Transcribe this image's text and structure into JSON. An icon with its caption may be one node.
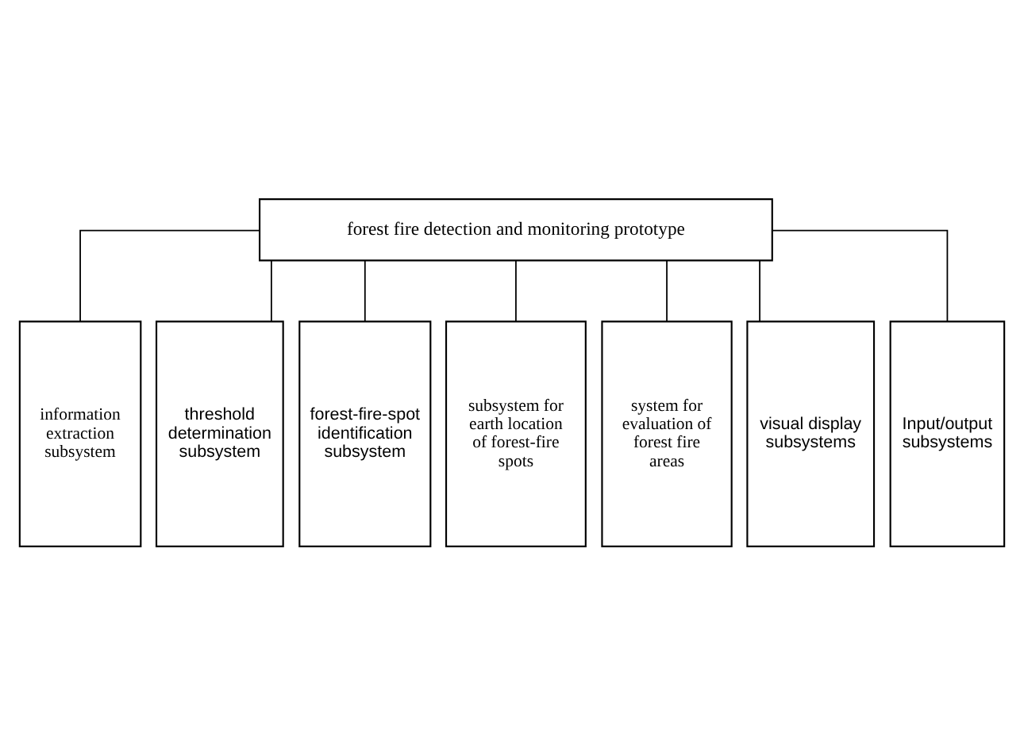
{
  "diagram": {
    "nodes": [
      {
        "text": [
          "forest fire detection and monitoring prototype"
        ]
      },
      {
        "text": [
          "information extraction subsystem"
        ]
      },
      {
        "text": [
          "threshold determination subsystem"
        ]
      },
      {
        "text": [
          "forest-fire-spot identification subsystem"
        ]
      },
      {
        "text": [
          "subsystem for earth location of forest-fire spots"
        ]
      },
      {
        "text": [
          "system for evaluation of forest fire areas"
        ]
      },
      {
        "text": [
          "visual display subsystems"
        ]
      },
      {
        "text": [
          "Input/output subsystems"
        ]
      }
    ],
    "edges": [
      {
        "from": 0,
        "to": 1,
        "arrow": "none"
      },
      {
        "from": 0,
        "to": 2,
        "arrow": "none"
      },
      {
        "from": 0,
        "to": 3,
        "arrow": "none"
      },
      {
        "from": 0,
        "to": 4,
        "arrow": "none"
      },
      {
        "from": 0,
        "to": 5,
        "arrow": "none"
      },
      {
        "from": 0,
        "to": 6,
        "arrow": "none"
      },
      {
        "from": 0,
        "to": 7,
        "arrow": "none"
      }
    ]
  }
}
